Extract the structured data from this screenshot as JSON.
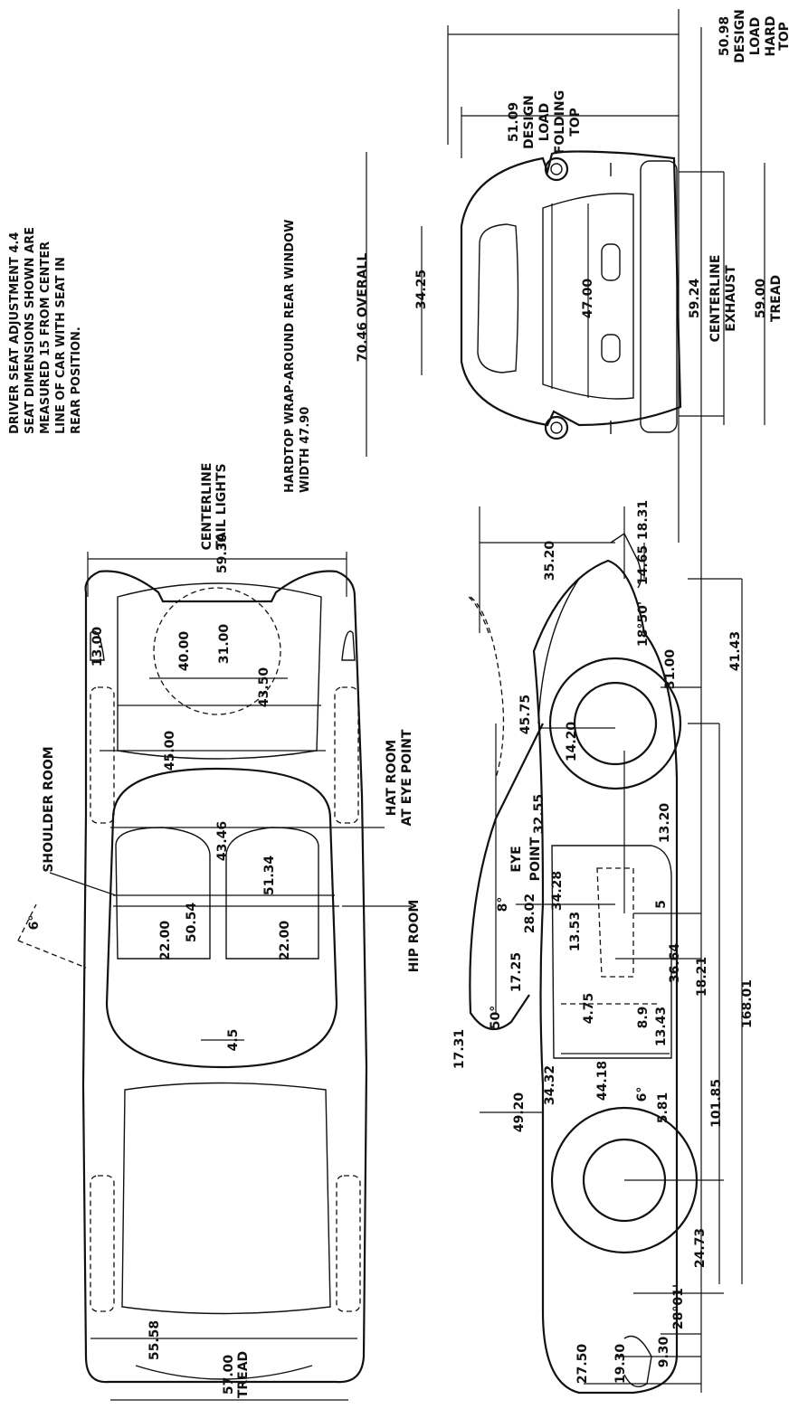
{
  "notes": {
    "driver_seat": [
      "DRIVER SEAT ADJUSTMENT 4.4",
      "SEAT DIMENSIONS SHOWN ARE",
      "MEASURED 15 FROM CENTER",
      "LINE OF CAR WITH SEAT IN",
      "REAR POSITION."
    ],
    "hardtop": [
      "HARDTOP WRAP-AROUND REAR WINDOW",
      "WIDTH 47.90"
    ]
  },
  "top_view": {
    "centerline_tail_lights": [
      "CENTERLINE",
      "TAIL LIGHTS"
    ],
    "shoulder_room": "SHOULDER ROOM",
    "hat_room": [
      "HAT ROOM",
      "AT EYE POINT"
    ],
    "hip_room": "HIP ROOM",
    "tread_rear": [
      "57.00",
      "TREAD"
    ],
    "dims": {
      "d5930": "59.30",
      "d3100": "31.00",
      "d4000": "40.00",
      "d4350": "43.50",
      "d1300": "13.00",
      "d4500": "45.00",
      "d4346": "43.46",
      "d5134": "51.34",
      "d5054": "50.54",
      "d2200a": "22.00",
      "d2200b": "22.00",
      "d45": "4.5",
      "d5558": "55.58",
      "angle": "6°"
    }
  },
  "rear_view": {
    "overall": "70.46 OVERALL",
    "d3425": "34.25",
    "d4700": "47.00",
    "d5924": "59.24",
    "centerline_exhaust": [
      "CENTERLINE",
      "EXHAUST"
    ],
    "tread_front": [
      "59.00",
      "TREAD"
    ],
    "folding_top": [
      "51.09",
      "DESIGN",
      "LOAD",
      "FOLDING",
      "TOP"
    ],
    "hard_top": [
      "50.98",
      "DESIGN",
      "LOAD",
      "HARD",
      "TOP"
    ]
  },
  "side_view": {
    "eye_point": [
      "EYE",
      "POINT"
    ],
    "dims": {
      "d1831": "18.31",
      "d1465": "14.65",
      "d3520": "35.20",
      "a1850": "18°50'",
      "d3100": "31.00",
      "d4143": "41.43",
      "d4575": "45.75",
      "d1420": "14.20",
      "d1320": "13.20",
      "d5": "5",
      "d3255": "32.55",
      "d3428": "34.28",
      "d2802": "28.02",
      "a8": "8°",
      "d1353": "13.53",
      "d1821": "18.21",
      "d3664": "36.64",
      "d1725": "17.25",
      "d475": "4.75",
      "d89": "8.9",
      "d1343": "13.43",
      "a50": "50°",
      "d1731": "17.31",
      "d3432": "34.32",
      "d4418": "44.18",
      "a6": "6°",
      "d581": "5.81",
      "d10185": "101.85",
      "d16801": "168.01",
      "d4920": "49.20",
      "d2473": "24.73",
      "d2750": "27.50",
      "d1930": "19.30",
      "d930": "9.30",
      "a2801": "28°01'"
    }
  }
}
